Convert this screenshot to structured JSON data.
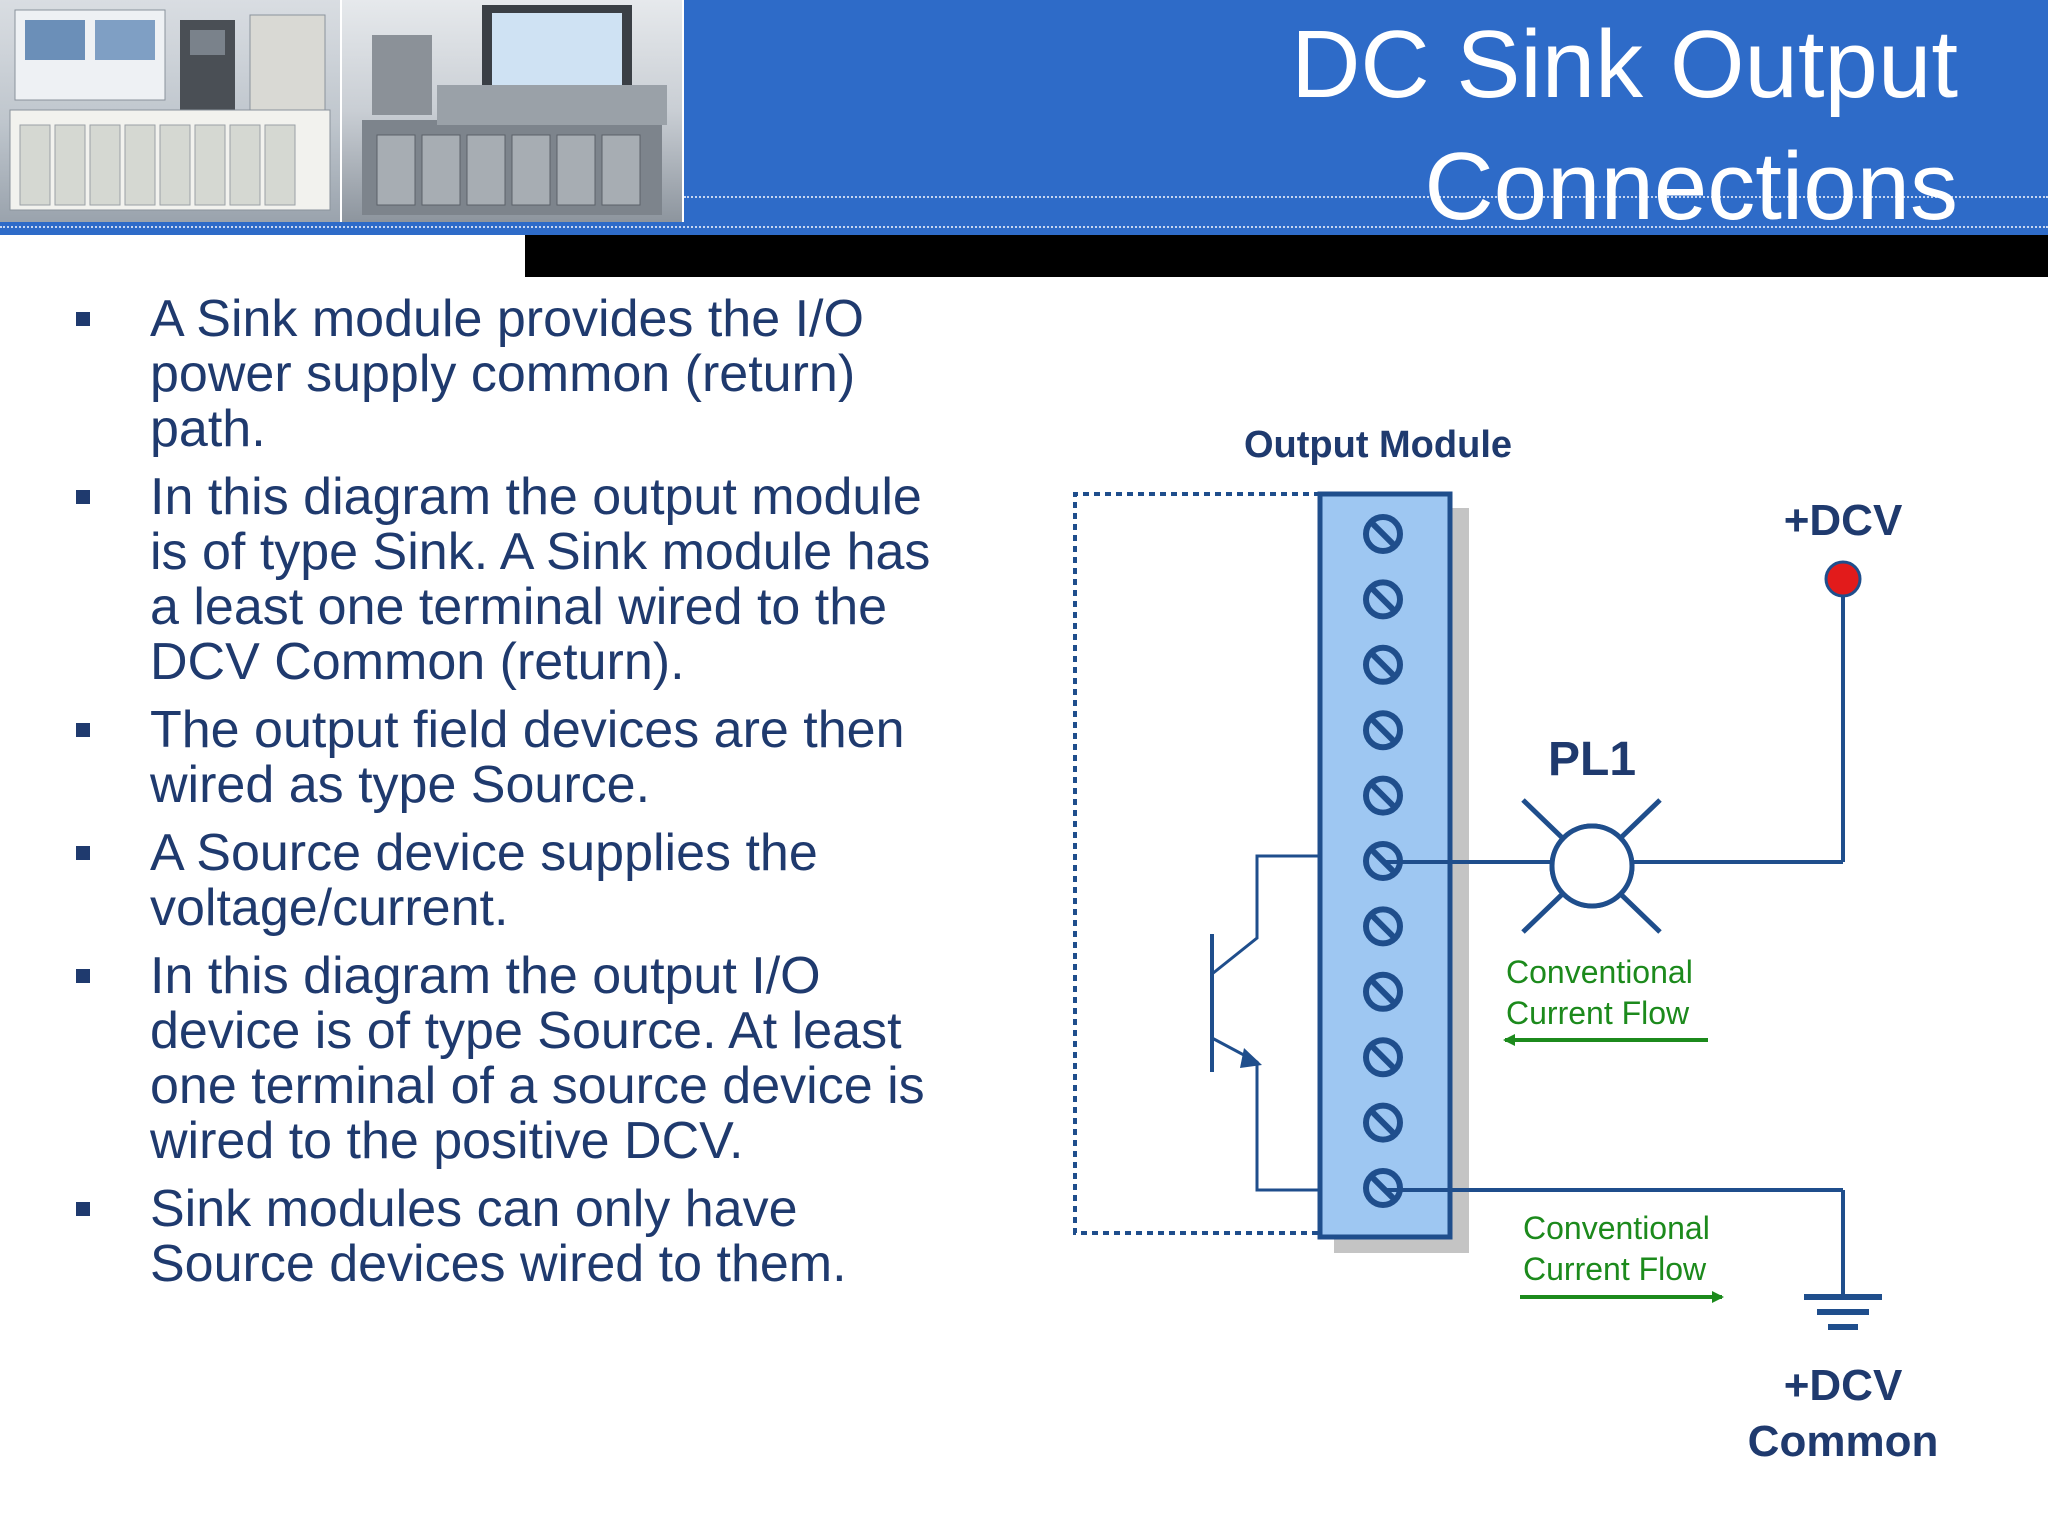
{
  "slide": {
    "title": "DC Sink Output\nConnections",
    "bullets": [
      "A Sink module provides the I/O power supply common (return) path.",
      "In this diagram the output module is of type Sink. A Sink module has a least one terminal wired to the DCV Common (return).",
      "The output field devices are then wired as type Source.",
      "A Source device supplies the voltage/current.",
      "In this diagram the output I/O device is of type Source. At least one terminal of a source device is wired to the positive DCV.",
      "Sink modules can only have Source devices wired to them."
    ]
  },
  "diagram": {
    "module_label": "Output Module",
    "supply_label": "+DCV",
    "lamp_label": "PL1",
    "flow_upper": [
      "Conventional",
      "Current Flow"
    ],
    "flow_lower": [
      "Conventional",
      "Current Flow"
    ],
    "common_label": [
      "+DCV",
      "Common"
    ],
    "terminal_count": 11,
    "colors": {
      "wire": "#1f4e8c",
      "module_fill": "#9ec7f2",
      "module_border": "#1f4e8c",
      "supply_dot": "#e21b1b",
      "flow_arrow": "#1c8a1c"
    }
  }
}
